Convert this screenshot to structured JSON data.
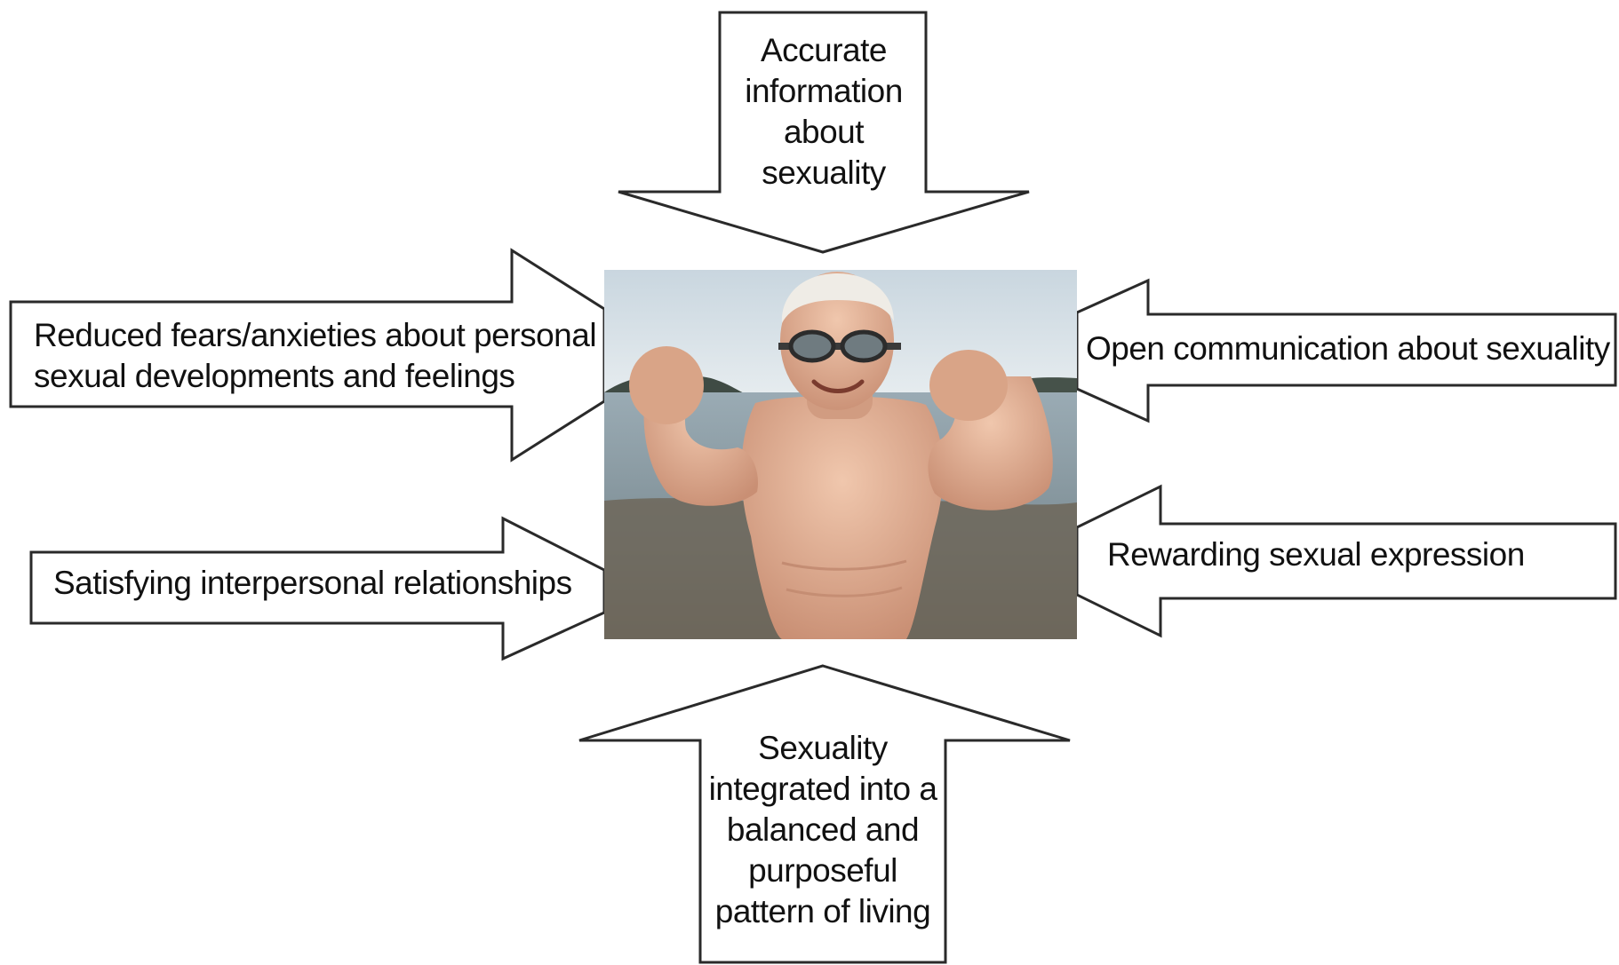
{
  "diagram": {
    "arrows": [
      {
        "id": "top",
        "direction": "down",
        "lines": [
          "Accurate",
          "information",
          "about",
          "sexuality"
        ]
      },
      {
        "id": "left-upper",
        "direction": "right",
        "lines": [
          "Reduced fears/anxieties about personal",
          "sexual developments and feelings"
        ]
      },
      {
        "id": "left-lower",
        "direction": "right",
        "lines": [
          "Satisfying interpersonal relationships"
        ]
      },
      {
        "id": "right-upper",
        "direction": "left",
        "lines": [
          "Open communication about sexuality"
        ]
      },
      {
        "id": "right-lower",
        "direction": "left",
        "lines": [
          "Rewarding sexual expression"
        ]
      },
      {
        "id": "bottom",
        "direction": "up",
        "lines": [
          "Sexuality",
          "integrated into a",
          "balanced and",
          "purposeful",
          "pattern of living"
        ]
      }
    ],
    "center_image": {
      "subject": "smiling elderly man wearing swim goggles with raised fists on a beach"
    }
  },
  "colors": {
    "stroke": "#2a2a2a",
    "fill": "#ffffff",
    "text": "#111111",
    "sky": "#d9e3ea",
    "sea": "#8e9ea6",
    "skin": "#e3b49a"
  }
}
